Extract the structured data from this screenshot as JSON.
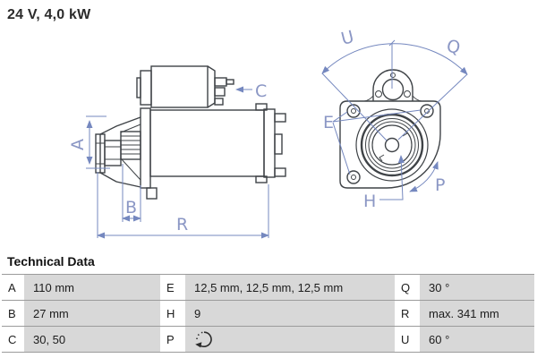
{
  "title": "24 V, 4,0 kW",
  "diagram": {
    "colors": {
      "outline": "#3f4347",
      "dimension_line": "#7588bf",
      "dimension_text": "#8b97c5"
    },
    "side_view": {
      "labels": {
        "a": "A",
        "b": "B",
        "c": "C",
        "r": "R"
      }
    },
    "front_view": {
      "labels": {
        "e": "E",
        "h": "H",
        "p": "P",
        "q": "Q",
        "u": "U"
      }
    }
  },
  "table": {
    "heading": "Technical Data",
    "value_cell_color": "#d8d8d8",
    "rows": [
      {
        "c1_label": "A",
        "c1_value": "110 mm",
        "c2_label": "E",
        "c2_value": "12,5 mm, 12,5 mm, 12,5 mm",
        "c3_label": "Q",
        "c3_value": "30 °"
      },
      {
        "c1_label": "B",
        "c1_value": "27 mm",
        "c2_label": "H",
        "c2_value": "9",
        "c3_label": "R",
        "c3_value": "max. 341 mm"
      },
      {
        "c1_label": "C",
        "c1_value": "30, 50",
        "c2_label": "P",
        "c2_value": "",
        "c2_icon": "rotation-direction-icon",
        "c3_label": "U",
        "c3_value": "60 °"
      }
    ]
  }
}
